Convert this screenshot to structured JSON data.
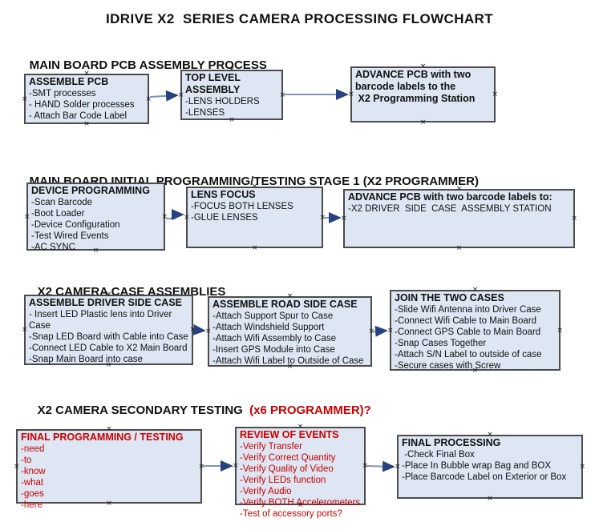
{
  "title": "IDRIVE X2  SERIES CAMERA PROCESSING FLOWCHART",
  "palette": {
    "box_fill": "#dde6f2",
    "box_border": "#4c4c4c",
    "red": "#cc0000",
    "arrow_line": "#7b93be",
    "arrow_head": "#27427e",
    "text": "#111111"
  },
  "icons": {
    "connection_point": "×"
  },
  "sections": [
    {
      "heading": "MAIN BOARD PCB ASSEMBLY PROCESS",
      "boxes": [
        {
          "title": "ASSEMBLE PCB",
          "lines": [
            "-SMT processes",
            "- HAND Solder processes",
            "- Attach Bar Code Label"
          ]
        },
        {
          "title": "TOP LEVEL ASSEMBLY",
          "lines": [
            "-LENS HOLDERS",
            "-LENSES"
          ]
        },
        {
          "title": "ADVANCE PCB with two barcode labels to the",
          "lines": [
            " X2 Programming Station"
          ]
        }
      ]
    },
    {
      "heading": "MAIN BOARD INITIAL PROGRAMMING/TESTING STAGE 1 (X2 PROGRAMMER)",
      "boxes": [
        {
          "title": "DEVICE PROGRAMMING",
          "lines": [
            "-Scan Barcode",
            "-Boot Loader",
            "-Device Configuration",
            "-Test Wired Events",
            "-AC SYNC"
          ]
        },
        {
          "title": "LENS FOCUS",
          "lines": [
            "-FOCUS BOTH LENSES",
            "-GLUE LENSES"
          ]
        },
        {
          "title": "ADVANCE PCB with two barcode labels to:",
          "lines": [
            "-X2 DRIVER  SIDE  CASE  ASSEMBLY STATION"
          ]
        }
      ]
    },
    {
      "heading": "X2 CAMERA CASE ASSEMBLIES",
      "boxes": [
        {
          "title": "ASSEMBLE DRIVER SIDE CASE",
          "lines": [
            "- Insert LED Plastic lens into Driver Case",
            "-Snap LED Board with Cable into Case",
            "-Connect LED Cable to X2 Main Board",
            "-Snap Main Board into case"
          ]
        },
        {
          "title": "ASSEMBLE ROAD SIDE CASE",
          "lines": [
            "-Attach Support Spur to Case",
            "-Attach Windshield Support",
            "-Attach Wifi Assembly to Case",
            "-Insert GPS Module into Case",
            "-Attach Wifi Label to Outside of Case"
          ]
        },
        {
          "title": "JOIN THE TWO CASES",
          "lines": [
            "-Slide Wifi Antenna into Driver Case",
            "-Connect Wifi Cable to Main Board",
            "-Connect GPS Cable to Main Board",
            "-Snap Cases Together",
            "-Attach S/N Label to outside of case",
            "-Secure cases with Screw"
          ]
        }
      ]
    },
    {
      "heading": "X2 CAMERA SECONDARY TESTING ",
      "heading_suffix": " (x6 PROGRAMMER)?",
      "boxes": [
        {
          "title": "FINAL PROGRAMMING / TESTING",
          "lines": [
            "-need",
            "-to",
            "-know",
            "-what",
            "-goes",
            "-here"
          ]
        },
        {
          "title": "REVIEW OF EVENTS",
          "lines": [
            "-Verify Transfer",
            "-Verify Correct Quantity",
            "-Verify Quality of Video",
            "-Verify LEDs function",
            "-Verify Audio",
            "-Verify BOTH Accelerometers",
            "-Test of accessory ports?"
          ]
        },
        {
          "title": "FINAL PROCESSING",
          "lines": [
            " -Check Final Box",
            "-Place In Bubble wrap Bag and BOX",
            "-Place Barcode Label on Exterior or Box"
          ]
        }
      ]
    }
  ]
}
